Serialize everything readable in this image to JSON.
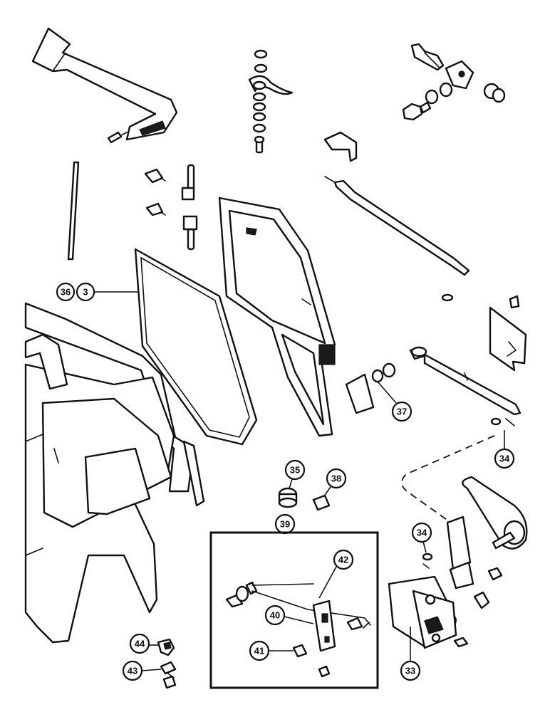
{
  "callouts": {
    "c36": "36",
    "c3": "3",
    "c37": "37",
    "c34a": "34",
    "c35": "35",
    "c38": "38",
    "c39": "39",
    "c42": "42",
    "c40": "40",
    "c41": "41",
    "c34b": "34",
    "c33": "33",
    "c44": "44",
    "c43": "43"
  }
}
